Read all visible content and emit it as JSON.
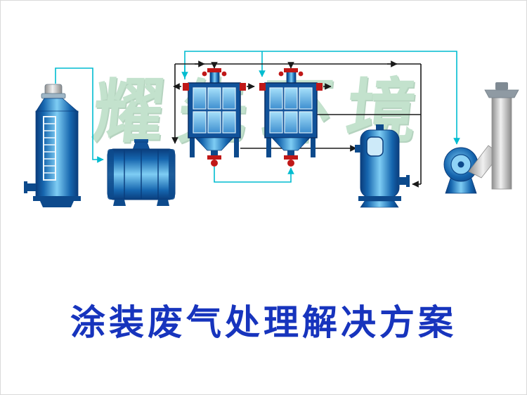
{
  "watermark": {
    "text": "耀先环境"
  },
  "title": {
    "text": "涂装废气处理解决方案"
  },
  "colors": {
    "equipment_blue_dark": "#0a3d7c",
    "equipment_blue_mid": "#1565ae",
    "equipment_blue_light": "#7ecdf4",
    "cell_blue": "#9edcf8",
    "valve_red": "#c01818",
    "pipe_cyan": "#00bcd0",
    "pipe_black": "#1a1a1a",
    "chimney_gray": "#c9c9c9",
    "watermark_green": "#c3e2cd",
    "title_blue": "#1734bd"
  },
  "equipment": [
    {
      "name": "spray-tower"
    },
    {
      "name": "horizontal-treatment-unit"
    },
    {
      "name": "adsorption-box-1"
    },
    {
      "name": "adsorption-box-2"
    },
    {
      "name": "vertical-tank"
    },
    {
      "name": "centrifugal-fan"
    },
    {
      "name": "exhaust-chimney"
    }
  ]
}
